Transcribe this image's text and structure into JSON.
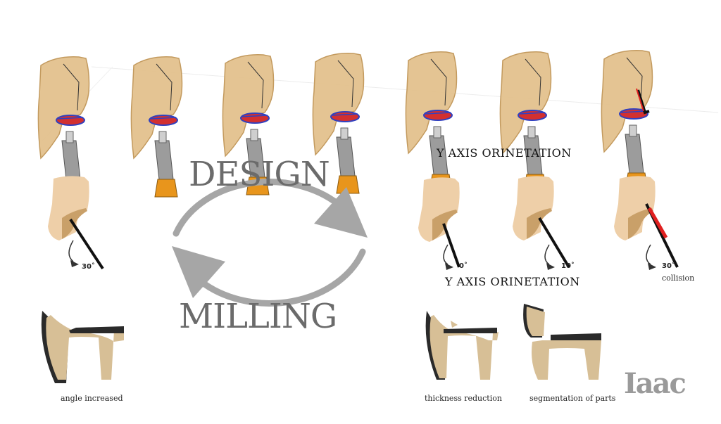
{
  "diagram": {
    "center_top": "DESIGN",
    "center_bottom": "MILLING",
    "orientation_top": "Y AXIS ORINETATION",
    "orientation_mid": "Y AXIS ORINETATION",
    "left_angle": "30˚",
    "angles": [
      "0˚",
      "10˚",
      "30˚"
    ],
    "collision": "collision",
    "caption_left": "angle increased",
    "caption_mid": "thickness reduction",
    "caption_right": "segmentation of parts",
    "logo": "Iaac"
  },
  "colors": {
    "wood": "#e2bf8a",
    "skin": "#eecfa8",
    "cut": "#c9a069",
    "arrow": "#a6a6a6",
    "collision": "#e02020",
    "robot": "#f0a020",
    "dark": "#2a2a2a"
  }
}
